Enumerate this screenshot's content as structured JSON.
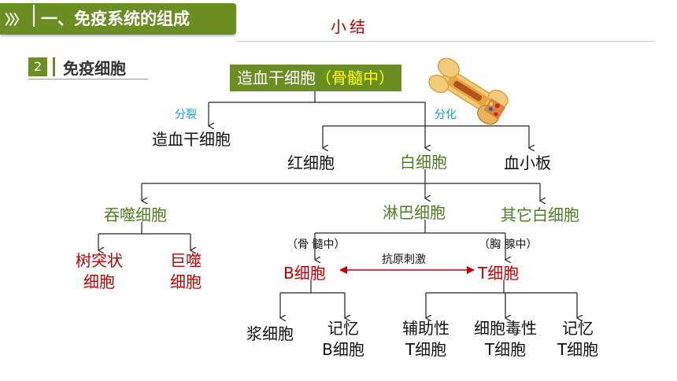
{
  "header": {
    "banner_title": "一、免疫系统的组成",
    "summary": "小结",
    "section_number": "2",
    "section_title": "免疫细胞"
  },
  "diagram": {
    "root": {
      "main": "造血干细胞",
      "paren": "（骨髓中）"
    },
    "split_label": "分裂",
    "diff_label": "分化",
    "self_renew": "造血干细胞",
    "red_cell": "红细胞",
    "white_cell": "白细胞",
    "platelet": "血小板",
    "phagocyte": "吞噬细胞",
    "lymphocyte": "淋巴细胞",
    "other_wbc": "其它白细胞",
    "dendritic": [
      "树突状",
      "细胞"
    ],
    "macrophage": [
      "巨噬",
      "细胞"
    ],
    "bone_marrow_note": "（骨 髓中）",
    "thymus_note": "（胸 腺中）",
    "antigen_stim": "抗原刺激",
    "b_cell": "B细胞",
    "t_cell": "T细胞",
    "plasma_cell": "浆细胞",
    "memory_b": [
      "记忆",
      "B细胞"
    ],
    "helper_t": [
      "辅助性",
      "T细胞"
    ],
    "cytotoxic_t": [
      "细胞毒性",
      "T细胞"
    ],
    "memory_t": [
      "记忆",
      "T细胞"
    ]
  },
  "colors": {
    "accent_green": "#6b8e23",
    "label_green": "#4f7d23",
    "highlight_red": "#c00000",
    "paren_yellow": "#ffff00",
    "label_blue": "#0aa0d8"
  }
}
